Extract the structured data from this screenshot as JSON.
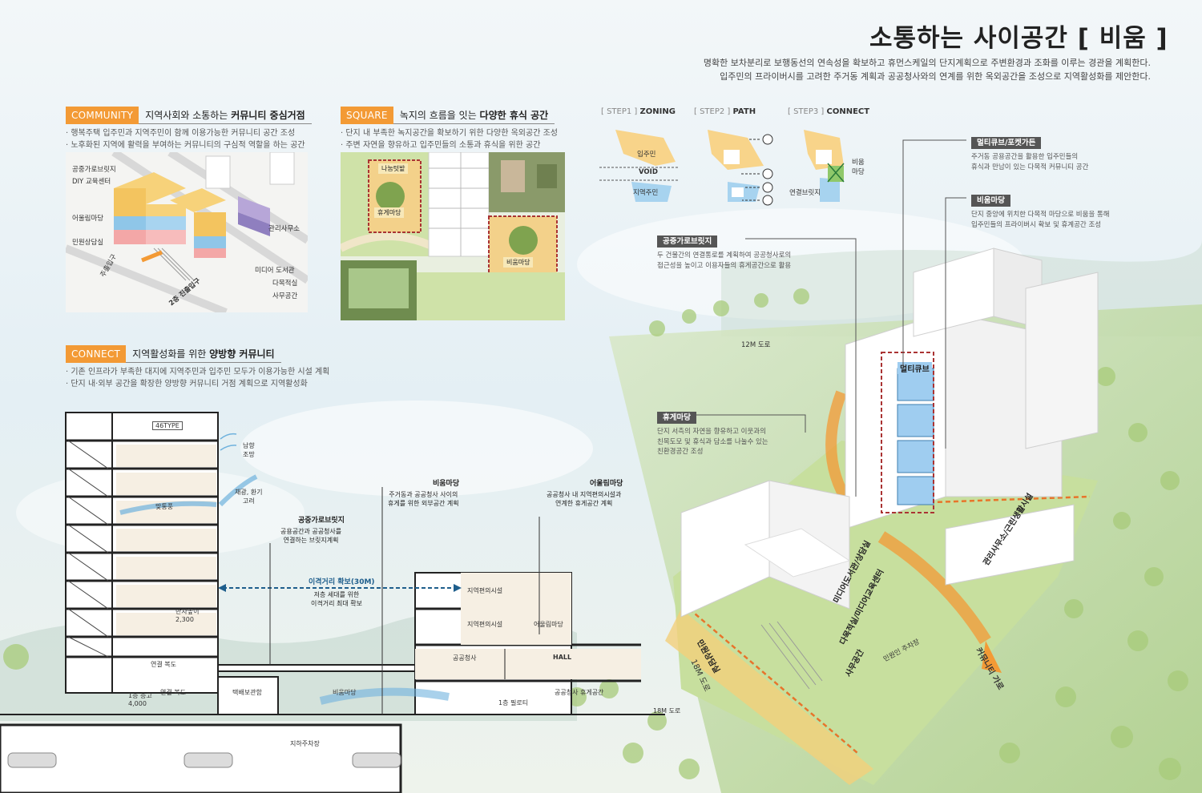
{
  "title": "소통하는 사이공간 [ 비움 ]",
  "subtitle": {
    "line1": "명확한 보차분리로 보행동선의 연속성을 확보하고 휴먼스케일의 단지계획으로 주변환경과 조화를 이루는 경관을 계획한다.",
    "line2": "입주민의 프라이버시를 고려한 주거동 계획과 공공청사와의 연계를 위한 옥외공간을 조성으로 지역활성화를 제안한다."
  },
  "community": {
    "tag": "COMMUNITY",
    "heading_plain": "지역사회와 소통하는 ",
    "heading_bold": "커뮤니티 중심거점",
    "bullets": [
      "행복주택 입주민과 지역주민이 함께 이용가능한 커뮤니티 공간 조성",
      "노후화된 지역에 활력을 부여하는 커뮤니티의 구심적 역할을 하는 공간"
    ],
    "labels": {
      "bridge": "공중가로브릿지",
      "diy": "DIY 교육센터",
      "eoulim": "어울림마당",
      "minwon": "민원상담실",
      "gwanri": "관리사무소",
      "media": "미디어 도서관",
      "damok": "다목적실",
      "office": "사무공간",
      "entrance1": "주출입구",
      "entrance2": "2층 진출입구"
    }
  },
  "square": {
    "tag": "SQUARE",
    "heading_plain": "녹지의 흐름을 잇는 ",
    "heading_bold": "다양한 휴식 공간",
    "bullets": [
      "단지 내 부족한 녹지공간을 확보하기 위한 다양한 옥외공간 조성",
      "주변 자연을 향유하고 입주민들의 소통과 휴식을 위한 공간"
    ],
    "labels": {
      "garden": "나눔텃밭",
      "rest": "휴게마당",
      "bium": "비움마당"
    }
  },
  "connect": {
    "tag": "CONNECT",
    "heading_plain": "지역활성화를 위한 ",
    "heading_bold": "양방향 커뮤니티",
    "bullets": [
      "기존 인프라가 부족한 대지에 지역주민과 입주민 모두가 이용가능한 시설 계획",
      "단지 내·외부 공간을 확장한 양방향 커뮤니티 거점 계획으로 지역활성화"
    ]
  },
  "steps": [
    {
      "prefix": "[ STEP1 ]",
      "name": "ZONING"
    },
    {
      "prefix": "[ STEP2 ]",
      "name": "PATH"
    },
    {
      "prefix": "[ STEP3 ]",
      "name": "CONNECT"
    }
  ],
  "step_labels": {
    "resident": "입주민",
    "void": "VOID",
    "local": "지역주민",
    "bium": "비움\n마당",
    "bridge": "연결브릿지"
  },
  "section": {
    "type46": "46TYPE",
    "south": "남향\n조망",
    "light": "채광, 환기\n고려",
    "matdong": "맞통풍",
    "bridge_head": "공중가로브릿지",
    "bridge_body": "공용공간과 공공청사를\n연결하는 브릿지계획",
    "bium_head": "비움마당",
    "bium_body": "주거동과 공공청사 사이의\n휴게를 위한 외부공간 계획",
    "eoulim_head": "어울림마당",
    "eoulim_body": "공공청사 내 지역편의시설과\n연계한 휴게공간 계획",
    "distance": "이격거리 확보(30M)",
    "distance_sub": "저층 세대를 위한\n이격거리 최대 확보",
    "parapet": "반자높이\n2,300",
    "corridor": "연결 복도",
    "floor1": "1층 층고\n4,000",
    "parcel": "택배보관함",
    "bium_floor": "비움마당",
    "pilotis": "1층 필로티",
    "public_rest": "공공청사 휴게공간",
    "road": "18M 도로",
    "parking": "지하주차장",
    "local1": "지역편의시설",
    "local2": "지역편의시설",
    "eoulim": "어울림마당",
    "office": "공공청사",
    "hall": "HALL"
  },
  "callouts": {
    "multicube": {
      "head": "멀티큐브/포켓가든",
      "body": "주거동 공용공간을 활용한 입주민들의\n휴식과 만남이 있는 다목적 커뮤니티 공간"
    },
    "bium": {
      "head": "비움마당",
      "body": "단지 중앙에 위치한 다목적 마당으로 비움을 통해\n입주민들의 프라이버시 확보 및 휴계공간 조성"
    },
    "bridge": {
      "head": "공중가로브릿지",
      "body": "두 건물간의 연결통로를 계획하여 공공청사로의\n접근성을 높이고 이용자들의 휴게공간으로 활용"
    },
    "rest": {
      "head": "휴게마당",
      "body": "단지 서측의 자연을 향유하고 이웃과의\n친목도모 및 휴식과 담소를 나눌수 있는\n친환경공간 조성"
    }
  },
  "aerial": {
    "road12": "12M 도로",
    "road18": "18M 도로",
    "community_street": "커뮤니티 가로",
    "multicube": "멀티큐브",
    "gwanri": "관리사무소/근린생활시설",
    "media": "미디어도서관/상담실",
    "damok": "다목적실/미디어교육센터",
    "office": "사무공간",
    "minwon": "민원상담실",
    "entrance": "민원인 주차장"
  },
  "colors": {
    "accent": "#f39a35",
    "dark_tag": "#555555",
    "green": "#8bc34a",
    "blue": "#8fc6e8",
    "yellow": "#f7d27a"
  }
}
